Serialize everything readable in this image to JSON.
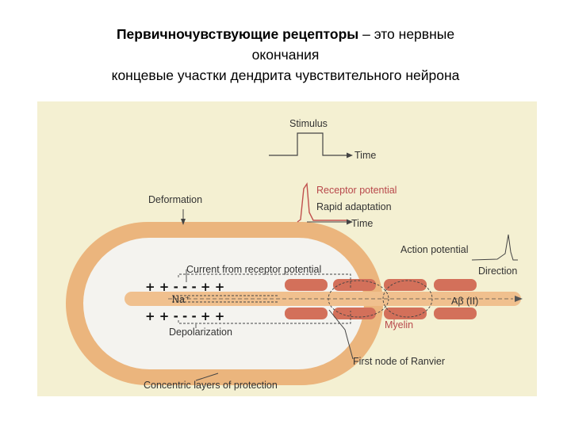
{
  "title": {
    "line1_bold": "Первичночувствующие рецепторы",
    "line1_rest": " – это нервные",
    "line2": "окончания",
    "line3": "концевые участки дендрита чувствительного нейрона"
  },
  "diagram": {
    "stimulus": "Stimulus",
    "time_top": "Time",
    "deformation": "Deformation",
    "receptor_potential": "Receptor potential",
    "rapid_adaptation": "Rapid adaptation",
    "time_mid": "Time",
    "action_potential": "Action potential",
    "current_label": "Current from receptor potential",
    "direction": "Direction",
    "na": "Na⁺",
    "abeta": "Aβ (II)",
    "charge_top": "+ + - - - + +",
    "charge_bottom": "+ + - - - + +",
    "myelin": "Myelin",
    "depolarization": "Depolarization",
    "node": "First node of Ranvier",
    "concentric": "Concentric layers of protection"
  },
  "colors": {
    "figure_bg": "#f4f0d2",
    "capsule_outer": "#ebb57d",
    "capsule_inner": "#f4f3ef",
    "axon": "#f0c08e",
    "myelin": "#d3705a",
    "accent_red": "#b8484b"
  }
}
